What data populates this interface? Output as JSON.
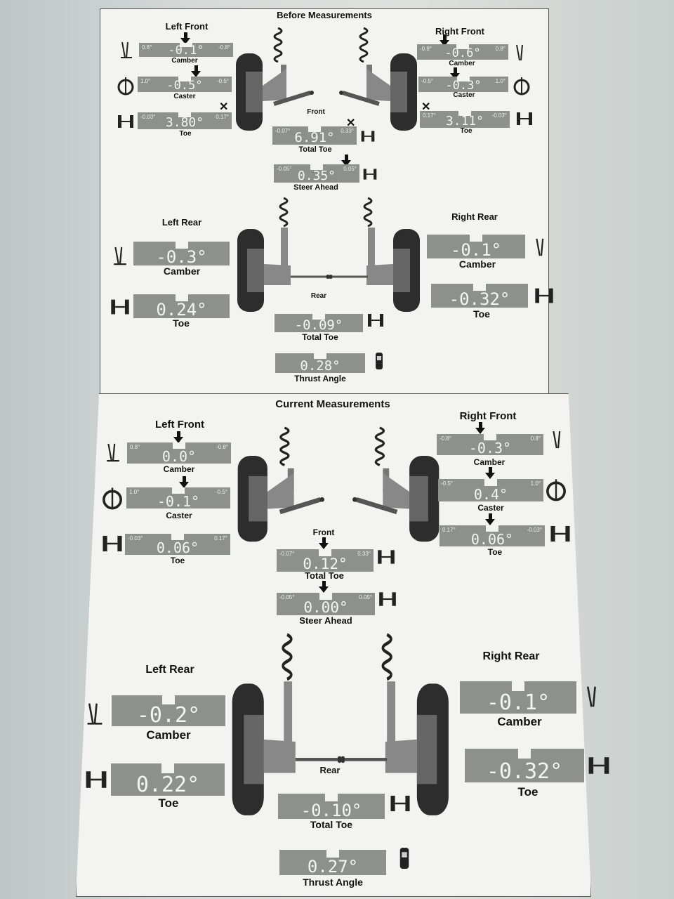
{
  "before": {
    "title": "Before Measurements",
    "front": {
      "label": "Front",
      "left_title": "Left Front",
      "right_title": "Right Front",
      "left_camber": {
        "label": "Camber",
        "value": "-0.1°",
        "min": "0.8°",
        "max": "-0.8°"
      },
      "left_caster": {
        "label": "Caster",
        "value": "-0.5°",
        "min": "1.0°",
        "max": "-0.5°"
      },
      "left_toe": {
        "label": "Toe",
        "value": "3.80°",
        "min": "-0.03°",
        "max": "0.17°"
      },
      "right_camber": {
        "label": "Camber",
        "value": "-0.6°",
        "min": "-0.8°",
        "max": "0.8°"
      },
      "right_caster": {
        "label": "Caster",
        "value": "-0.3°",
        "min": "-0.5°",
        "max": "1.0°"
      },
      "right_toe": {
        "label": "Toe",
        "value": "3.11°",
        "min": "0.17°",
        "max": "-0.03°"
      },
      "total_toe": {
        "label": "Total Toe",
        "value": "6.91°",
        "min": "-0.07°",
        "max": "0.33°"
      },
      "steer_ahead": {
        "label": "Steer Ahead",
        "value": "0.35°",
        "min": "-0.05°",
        "max": "0.05°"
      }
    },
    "rear": {
      "label": "Rear",
      "left_title": "Left Rear",
      "right_title": "Right Rear",
      "left_camber": {
        "label": "Camber",
        "value": "-0.3°"
      },
      "left_toe": {
        "label": "Toe",
        "value": "0.24°"
      },
      "right_camber": {
        "label": "Camber",
        "value": "-0.1°"
      },
      "right_toe": {
        "label": "Toe",
        "value": "-0.32°"
      },
      "total_toe": {
        "label": "Total Toe",
        "value": "-0.09°"
      },
      "thrust_angle": {
        "label": "Thrust Angle",
        "value": "0.28°"
      }
    }
  },
  "current": {
    "title": "Current Measurements",
    "front": {
      "label": "Front",
      "left_title": "Left Front",
      "right_title": "Right Front",
      "left_camber": {
        "label": "Camber",
        "value": "0.0°",
        "min": "0.8°",
        "max": "-0.8°"
      },
      "left_caster": {
        "label": "Caster",
        "value": "-0.1°",
        "min": "1.0°",
        "max": "-0.5°"
      },
      "left_toe": {
        "label": "Toe",
        "value": "0.06°",
        "min": "-0.03°",
        "max": "0.17°"
      },
      "right_camber": {
        "label": "Camber",
        "value": "-0.3°",
        "min": "-0.8°",
        "max": "0.8°"
      },
      "right_caster": {
        "label": "Caster",
        "value": "0.4°",
        "min": "-0.5°",
        "max": "1.0°"
      },
      "right_toe": {
        "label": "Toe",
        "value": "0.06°",
        "min": "0.17°",
        "max": "-0.03°"
      },
      "total_toe": {
        "label": "Total Toe",
        "value": "0.12°",
        "min": "-0.07°",
        "max": "0.33°"
      },
      "steer_ahead": {
        "label": "Steer Ahead",
        "value": "0.00°",
        "min": "-0.05°",
        "max": "0.05°"
      }
    },
    "rear": {
      "label": "Rear",
      "left_title": "Left Rear",
      "right_title": "Right Rear",
      "left_camber": {
        "label": "Camber",
        "value": "-0.2°"
      },
      "left_toe": {
        "label": "Toe",
        "value": "0.22°"
      },
      "right_camber": {
        "label": "Camber",
        "value": "-0.1°"
      },
      "right_toe": {
        "label": "Toe",
        "value": "-0.32°"
      },
      "total_toe": {
        "label": "Total Toe",
        "value": "-0.10°"
      },
      "thrust_angle": {
        "label": "Thrust Angle",
        "value": "0.27°"
      }
    }
  },
  "icons": [
    "camber-icon",
    "caster-wheel-icon",
    "toe-axle-icon",
    "car-top-icon",
    "front-suspension-diagram",
    "rear-suspension-diagram",
    "out-of-range-x-icon",
    "in-range-arrow-icon"
  ]
}
